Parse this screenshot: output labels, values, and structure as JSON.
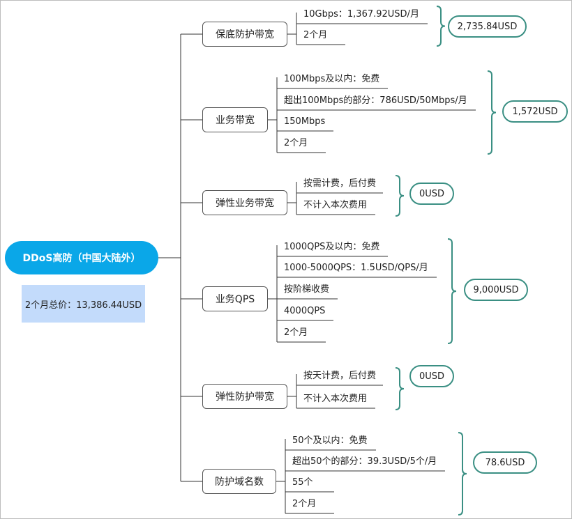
{
  "root": {
    "title": "DDoS高防（中国大陆外）",
    "total": "2个月总价：13,386.44USD"
  },
  "colors": {
    "root_fill": "#0aa7e8",
    "total_fill": "#c3dbfb",
    "brace": "#3a8f83",
    "line": "#333333"
  },
  "categories": [
    {
      "label": "保底防护带宽",
      "items": [
        "10Gbps：1,367.92USD/月",
        "2个月"
      ],
      "result": "2,735.84USD"
    },
    {
      "label": "业务带宽",
      "items": [
        "100Mbps及以内：免费",
        "超出100Mbps的部分：786USD/50Mbps/月",
        "150Mbps",
        "2个月"
      ],
      "result": "1,572USD"
    },
    {
      "label": "弹性业务带宽",
      "items": [
        "按需计费，后付费",
        "不计入本次费用"
      ],
      "result": "0USD"
    },
    {
      "label": "业务QPS",
      "items": [
        "1000QPS及以内：免费",
        "1000-5000QPS：1.5USD/QPS/月",
        "按阶梯收费",
        "4000QPS",
        "2个月"
      ],
      "result": "9,000USD"
    },
    {
      "label": "弹性防护带宽",
      "items": [
        "按天计费，后付费",
        "不计入本次费用"
      ],
      "result": "0USD"
    },
    {
      "label": "防护域名数",
      "items": [
        "50个及以内：免费",
        "超出50个的部分：39.3USD/5个/月",
        "55个",
        "2个月"
      ],
      "result": "78.6USD"
    }
  ]
}
